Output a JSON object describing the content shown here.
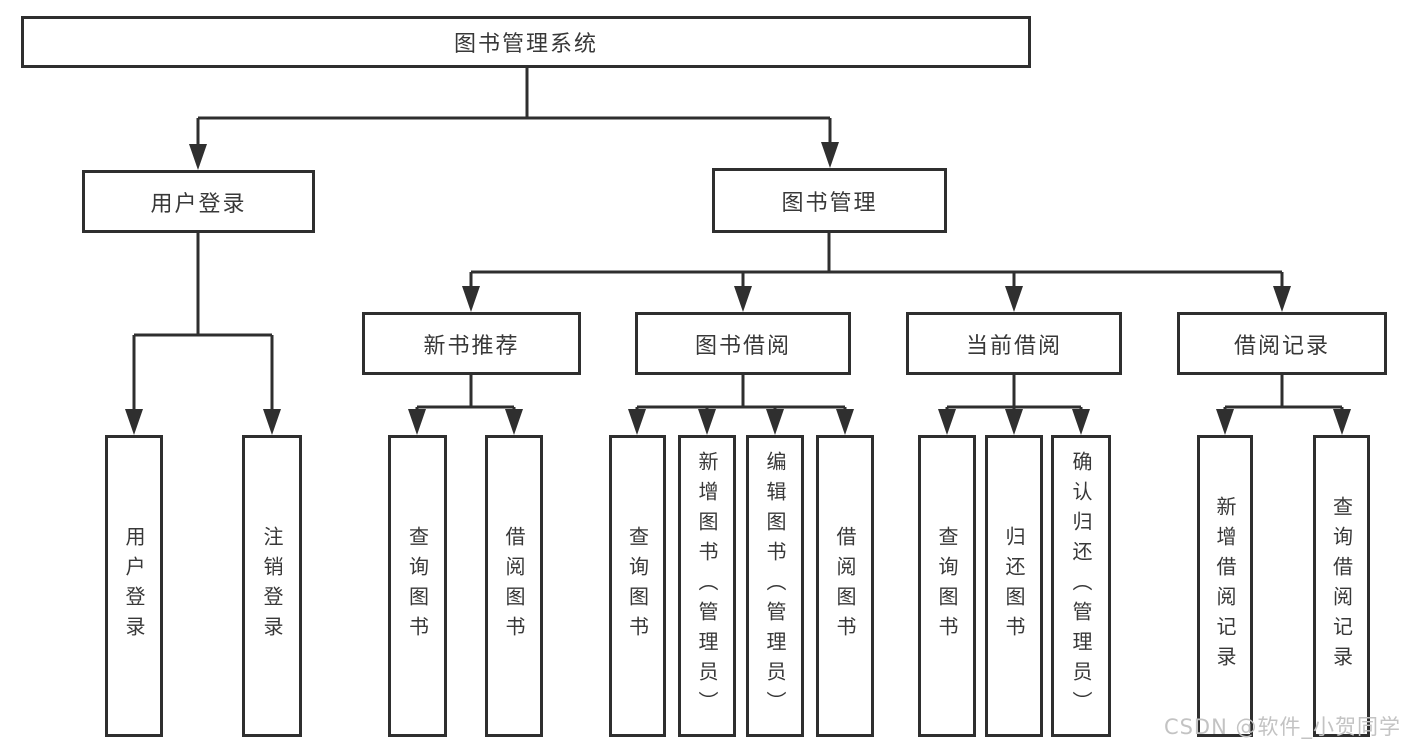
{
  "diagram": {
    "nodes": {
      "root": "图书管理系统",
      "user_login": "用户登录",
      "book_management": "图书管理",
      "new_book_recommendation": "新书推荐",
      "book_borrowing": "图书借阅",
      "current_borrowing": "当前借阅",
      "borrowing_records": "借阅记录",
      "login": "用户登录",
      "logout": "注销登录",
      "recommend_query_book": "查询图书",
      "recommend_borrow_book": "借阅图书",
      "borrowing_query_book": "查询图书",
      "borrowing_add_book_admin": "新增图书（管理员）",
      "borrowing_edit_book_admin": "编辑图书（管理员）",
      "borrowing_borrow_book": "借阅图书",
      "current_query_book": "查询图书",
      "current_return_book": "归还图书",
      "current_confirm_return_admin": "确认归还（管理员）",
      "records_add_record": "新增借阅记录",
      "records_query_record": "查询借阅记录"
    },
    "watermark": "CSDN @软件_小贺同学",
    "colors": {
      "line": "#2f2f2f",
      "text": "#383838",
      "box_background": "#ffffff",
      "watermark": "#c3c3c3",
      "background": "#ffffff"
    }
  }
}
